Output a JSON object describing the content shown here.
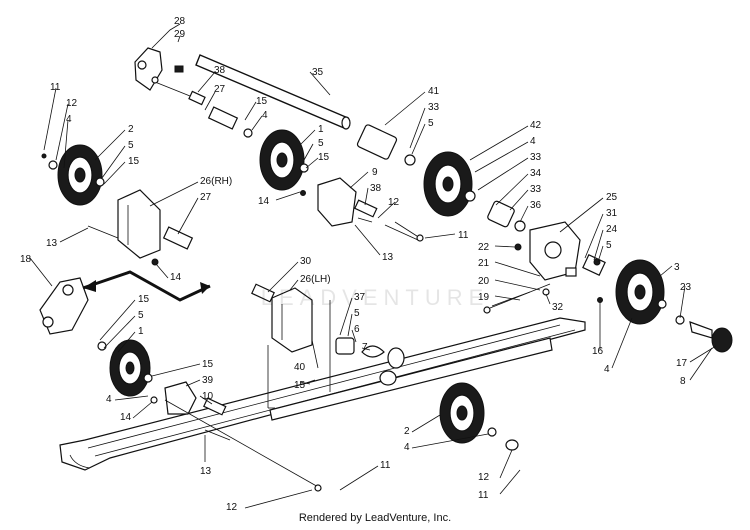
{
  "diagram": {
    "labels": [
      {
        "id": "l28",
        "text": "28"
      },
      {
        "id": "l29",
        "text": "29"
      },
      {
        "id": "l35",
        "text": "35"
      },
      {
        "id": "l38a",
        "text": "38"
      },
      {
        "id": "l27a",
        "text": "27"
      },
      {
        "id": "l15a",
        "text": "15"
      },
      {
        "id": "l4a",
        "text": "4"
      },
      {
        "id": "l1a",
        "text": "1"
      },
      {
        "id": "l5a",
        "text": "5"
      },
      {
        "id": "l15b",
        "text": "15"
      },
      {
        "id": "l41",
        "text": "41"
      },
      {
        "id": "l33a",
        "text": "33"
      },
      {
        "id": "l5b",
        "text": "5"
      },
      {
        "id": "l42",
        "text": "42"
      },
      {
        "id": "l4b",
        "text": "4"
      },
      {
        "id": "l33b",
        "text": "33"
      },
      {
        "id": "l34",
        "text": "34"
      },
      {
        "id": "l33c",
        "text": "33"
      },
      {
        "id": "l36",
        "text": "36"
      },
      {
        "id": "l11a",
        "text": "11"
      },
      {
        "id": "l12a",
        "text": "12"
      },
      {
        "id": "l4c",
        "text": "4"
      },
      {
        "id": "l2a",
        "text": "2"
      },
      {
        "id": "l5c",
        "text": "5"
      },
      {
        "id": "l15c",
        "text": "15"
      },
      {
        "id": "l26rh",
        "text": "26(RH)"
      },
      {
        "id": "l27b",
        "text": "27"
      },
      {
        "id": "l9",
        "text": "9"
      },
      {
        "id": "l38b",
        "text": "38"
      },
      {
        "id": "l12b",
        "text": "12"
      },
      {
        "id": "l14a",
        "text": "14"
      },
      {
        "id": "l11b",
        "text": "11"
      },
      {
        "id": "l13a",
        "text": "13"
      },
      {
        "id": "l13b",
        "text": "13"
      },
      {
        "id": "l14b",
        "text": "14"
      },
      {
        "id": "l18",
        "text": "18"
      },
      {
        "id": "l30",
        "text": "30"
      },
      {
        "id": "l26lh",
        "text": "26(LH)"
      },
      {
        "id": "l25",
        "text": "25"
      },
      {
        "id": "l31",
        "text": "31"
      },
      {
        "id": "l24",
        "text": "24"
      },
      {
        "id": "l5d",
        "text": "5"
      },
      {
        "id": "l22",
        "text": "22"
      },
      {
        "id": "l21",
        "text": "21"
      },
      {
        "id": "l20",
        "text": "20"
      },
      {
        "id": "l19",
        "text": "19"
      },
      {
        "id": "l32",
        "text": "32"
      },
      {
        "id": "l3",
        "text": "3"
      },
      {
        "id": "l23",
        "text": "23"
      },
      {
        "id": "l16",
        "text": "16"
      },
      {
        "id": "l4d",
        "text": "4"
      },
      {
        "id": "l17",
        "text": "17"
      },
      {
        "id": "l8",
        "text": "8"
      },
      {
        "id": "l15d",
        "text": "15"
      },
      {
        "id": "l5e",
        "text": "5"
      },
      {
        "id": "l1b",
        "text": "1"
      },
      {
        "id": "l37",
        "text": "37"
      },
      {
        "id": "l5f",
        "text": "5"
      },
      {
        "id": "l6",
        "text": "6"
      },
      {
        "id": "l7",
        "text": "7"
      },
      {
        "id": "l40",
        "text": "40"
      },
      {
        "id": "l15e",
        "text": "15"
      },
      {
        "id": "l15f",
        "text": "15"
      },
      {
        "id": "l39",
        "text": "39"
      },
      {
        "id": "l10",
        "text": "10"
      },
      {
        "id": "l4e",
        "text": "4"
      },
      {
        "id": "l14c",
        "text": "14"
      },
      {
        "id": "l13c",
        "text": "13"
      },
      {
        "id": "l2b",
        "text": "2"
      },
      {
        "id": "l4f",
        "text": "4"
      },
      {
        "id": "l11c",
        "text": "11"
      },
      {
        "id": "l12c",
        "text": "12"
      },
      {
        "id": "l12d",
        "text": "12"
      },
      {
        "id": "l11d",
        "text": "11"
      }
    ]
  },
  "watermark": "LEADVENTURE",
  "credit": "Rendered by LeadVenture, Inc."
}
